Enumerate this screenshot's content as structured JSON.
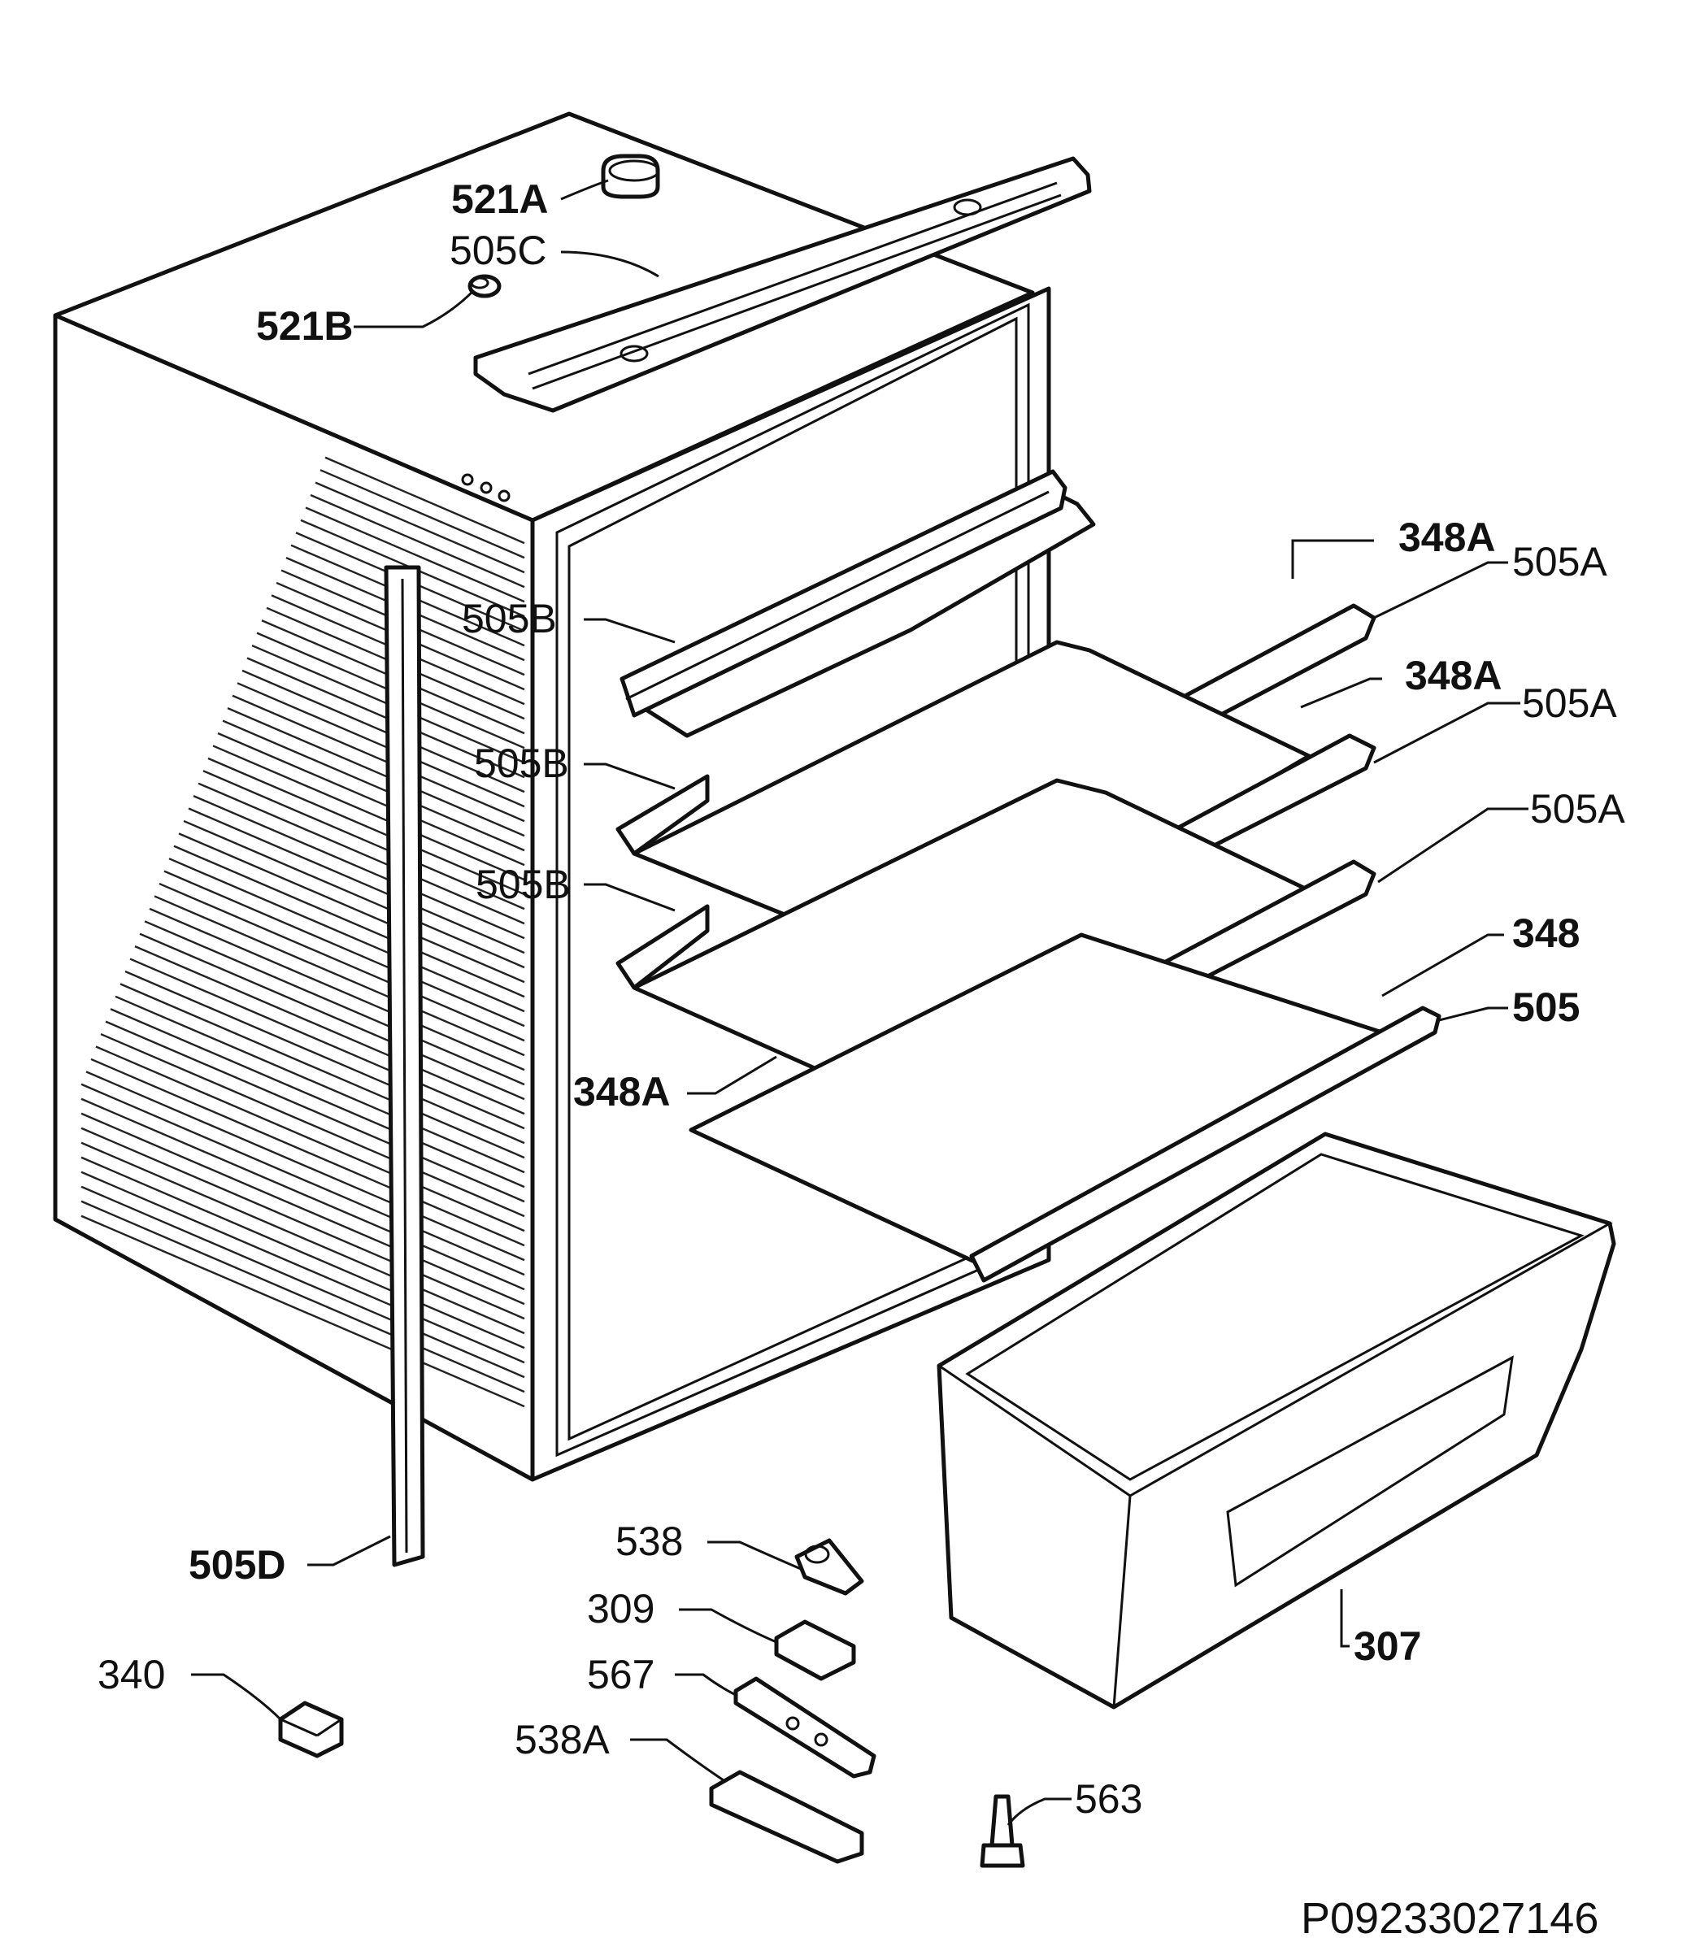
{
  "labels": {
    "l521A": "521A",
    "l505C": "505C",
    "l521B": "521B",
    "l348A_1": "348A",
    "l505A_1": "505A",
    "l505B_1": "505B",
    "l348A_2": "348A",
    "l505A_2": "505A",
    "l505B_2": "505B",
    "l505A_3": "505A",
    "l505B_3": "505B",
    "l348": "348",
    "l505": "505",
    "l348A_3": "348A",
    "l505D": "505D",
    "l538": "538",
    "l309": "309",
    "l567": "567",
    "l538A": "538A",
    "l340": "340",
    "l563": "563",
    "l307": "307"
  },
  "drawing_code": "P09233027146",
  "colors": {
    "ink": "#111111",
    "paper": "#ffffff"
  }
}
